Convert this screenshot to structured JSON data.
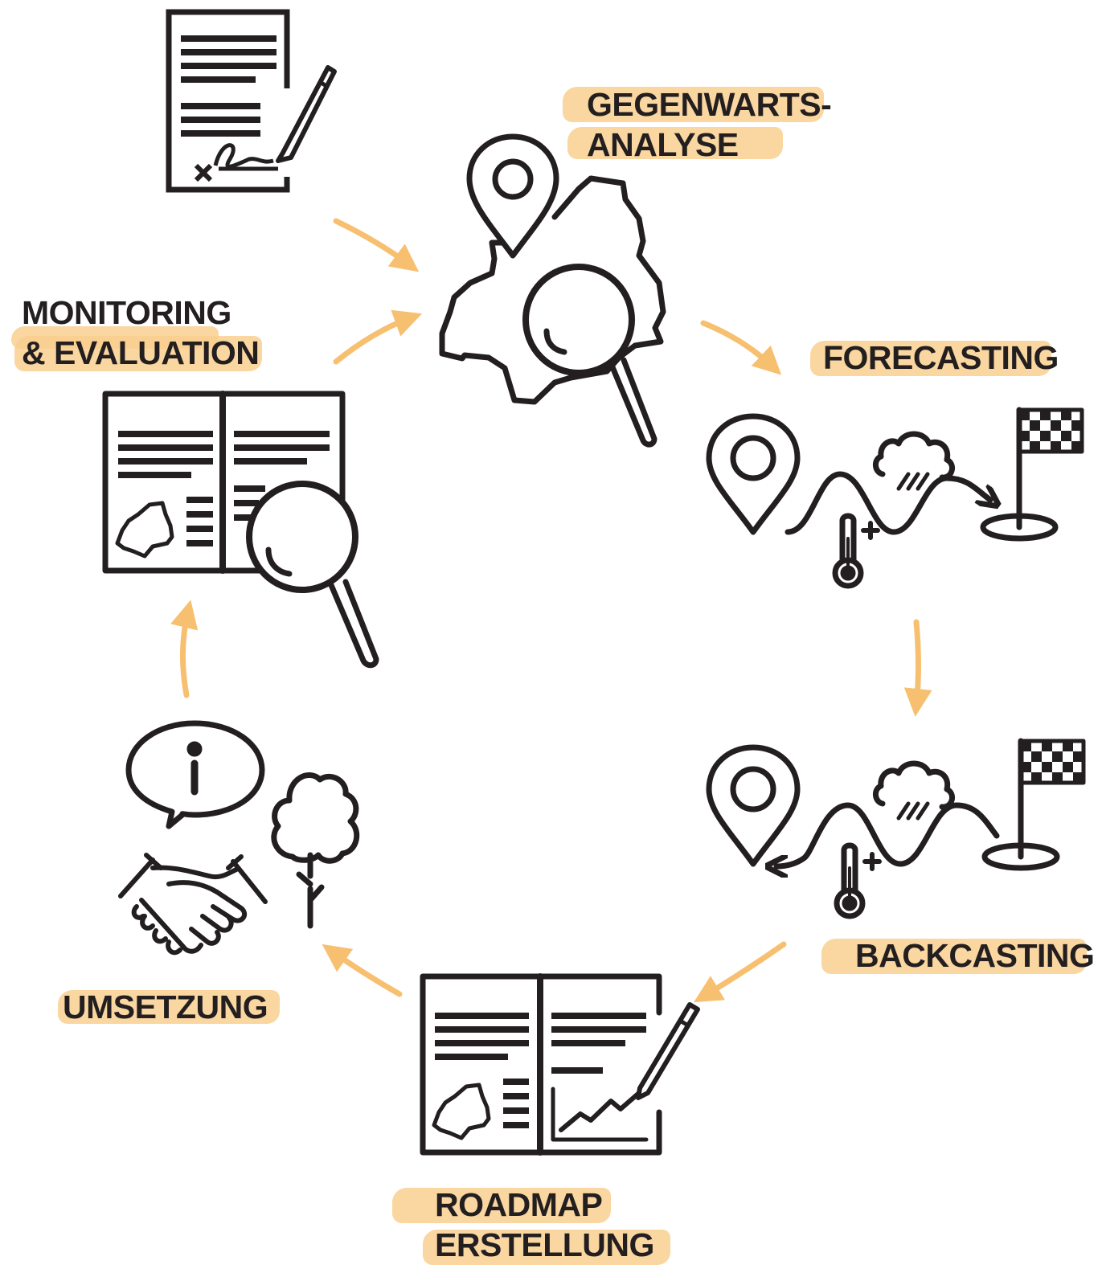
{
  "diagram": {
    "type": "cycle",
    "accent_color": "#f9cf8f",
    "arrow_color": "#f7c070",
    "icon_color": "#231f20",
    "steps": [
      {
        "id": "gegenwartsanalyse",
        "line1": "GEGENWARTS-",
        "line2": "ANALYSE",
        "icon": "map-pin-region-magnifier-icon"
      },
      {
        "id": "forecasting",
        "line1": "FORECASTING",
        "icon": "forecast-path-icon"
      },
      {
        "id": "backcasting",
        "line1": "BACKCASTING",
        "icon": "backcast-path-icon"
      },
      {
        "id": "roadmap",
        "line1": "ROADMAP",
        "line2": "ERSTELLUNG",
        "icon": "open-book-pencil-chart-icon"
      },
      {
        "id": "umsetzung",
        "line1": "UMSETZUNG",
        "icon": "handshake-tree-info-icon"
      },
      {
        "id": "monitoring",
        "line1": "MONITORING",
        "line2": "& EVALUATION",
        "icon": "open-book-magnifier-icon"
      }
    ],
    "extra_icons": [
      "signed-document-icon"
    ]
  }
}
